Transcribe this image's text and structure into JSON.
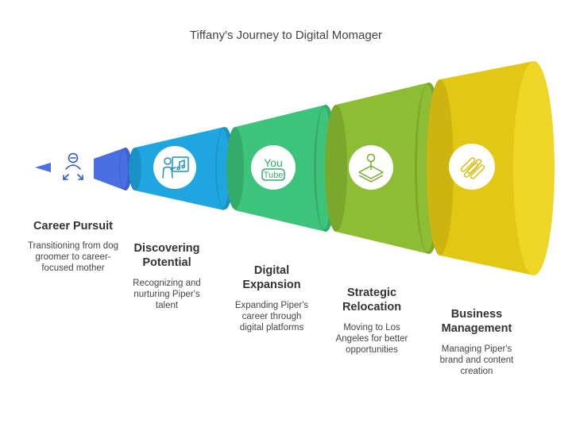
{
  "title": "Tiffany's Journey to Digital Momager",
  "stages": [
    {
      "name": "Career Pursuit",
      "desc": "Transitioning from dog groomer to career-focused mother",
      "color": "#4a6fe3",
      "icon": "person-icon"
    },
    {
      "name": "Discovering Potential",
      "desc": "Recognizing and nurturing Piper's talent",
      "color": "#1fa6e0",
      "icon": "teacher-board-icon"
    },
    {
      "name": "Digital Expansion",
      "desc": "Expanding Piper's career through digital platforms",
      "color": "#3ec47a",
      "icon": "youtube-icon"
    },
    {
      "name": "Strategic Relocation",
      "desc": "Moving to Los Angeles for better opportunities",
      "color": "#8cbd35",
      "icon": "map-pin-icon"
    },
    {
      "name": "Business Management",
      "desc": "Managing Piper's brand and content creation",
      "color": "#e2c814",
      "icon": "management-icon"
    }
  ]
}
